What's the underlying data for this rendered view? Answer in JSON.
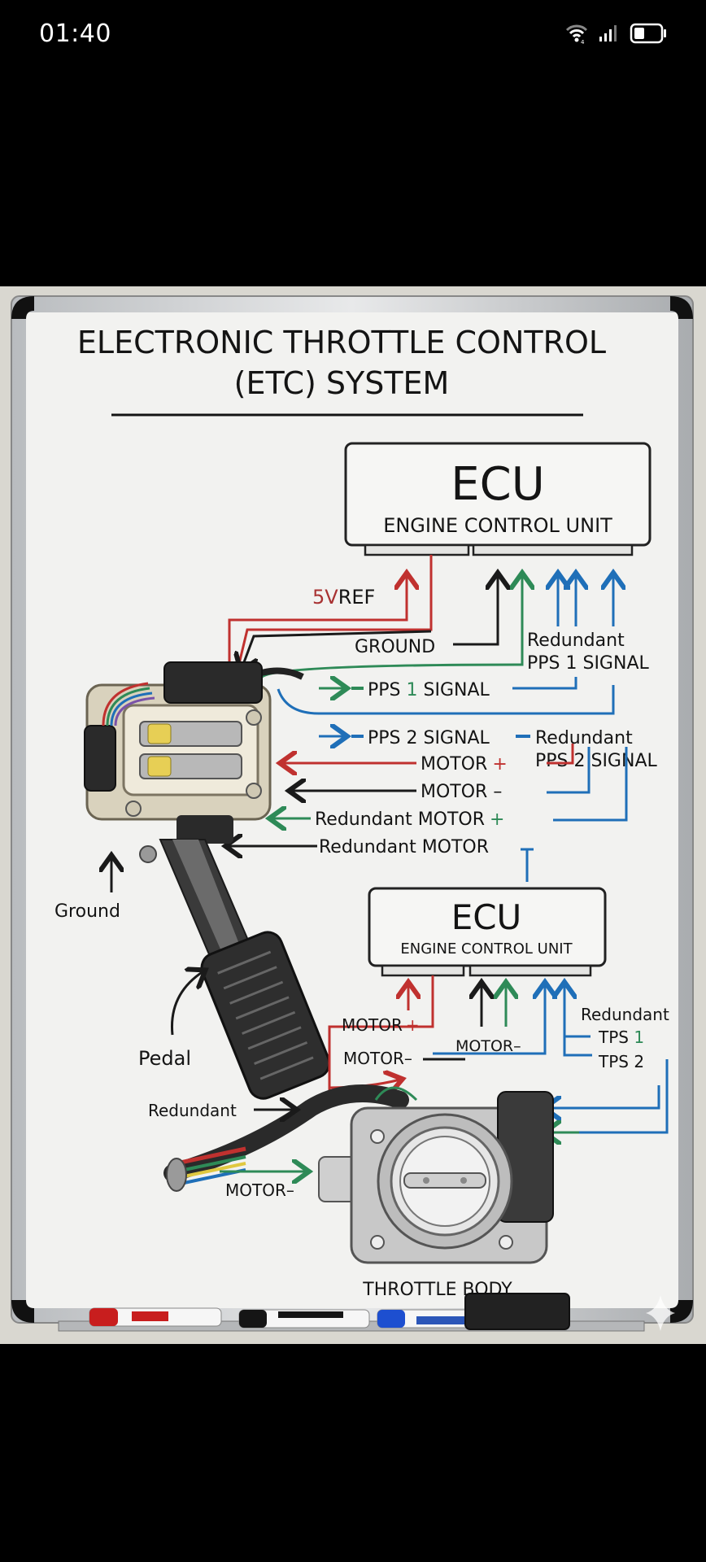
{
  "status_bar": {
    "time": "01:40",
    "icons": [
      "wifi-icon",
      "cellular-signal-icon",
      "battery-icon"
    ],
    "battery_level_percent": 40
  },
  "whiteboard": {
    "title_line1": "ELECTRONIC THROTTLE CONTROL",
    "title_line2": "(ETC) SYSTEM",
    "ecu_top": {
      "title": "ECU",
      "subtitle": "ENGINE CONTROL UNIT"
    },
    "ecu_bottom": {
      "title": "ECU",
      "subtitle": "ENGINE CONTROL UNIT"
    },
    "pedal_labels": {
      "five_v_prefix": "5V",
      "five_v_suffix": "REF",
      "ground": "GROUND",
      "pps1_prefix": "PPS ",
      "pps1_num": "1",
      "pps1_suffix": " SIGNAL",
      "pps2": "PPS 2 SIGNAL",
      "redundant_pps1_l1": "Redundant",
      "redundant_pps1_l2": "PPS 1 SIGNAL",
      "redundant_pps2_l1": "Redundant",
      "redundant_pps2_l2": "PPS 2 SIGNAL",
      "motor_plus": "MOTOR",
      "motor_plus_sign": "+",
      "motor_minus": "MOTOR –",
      "redundant_motor_plus": "Redundant MOTOR",
      "redundant_motor_plus_sign": "+",
      "redundant_motor_minus": "Redundant MOTOR",
      "ground_small": "Ground",
      "pedal": "Pedal"
    },
    "throttle_labels": {
      "motor_plus": "MOTOR",
      "motor_plus_sign": "+",
      "motor_minus_left": "MOTOR–",
      "motor_minus_mid": "MOTOR–",
      "redundant": "Redundant",
      "tps1_prefix": "TPS ",
      "tps1_num": "1",
      "tps2": "TPS 2",
      "redundant_harness": "Redundant",
      "motor_minus_harness": "MOTOR–",
      "throttle_body": "THROTTLE BODY"
    },
    "colors": {
      "red": "#c0312f",
      "green": "#2e8a57",
      "blue": "#1f6fb8",
      "black": "#1a1a1a"
    },
    "markers": [
      "red",
      "black",
      "blue"
    ]
  }
}
